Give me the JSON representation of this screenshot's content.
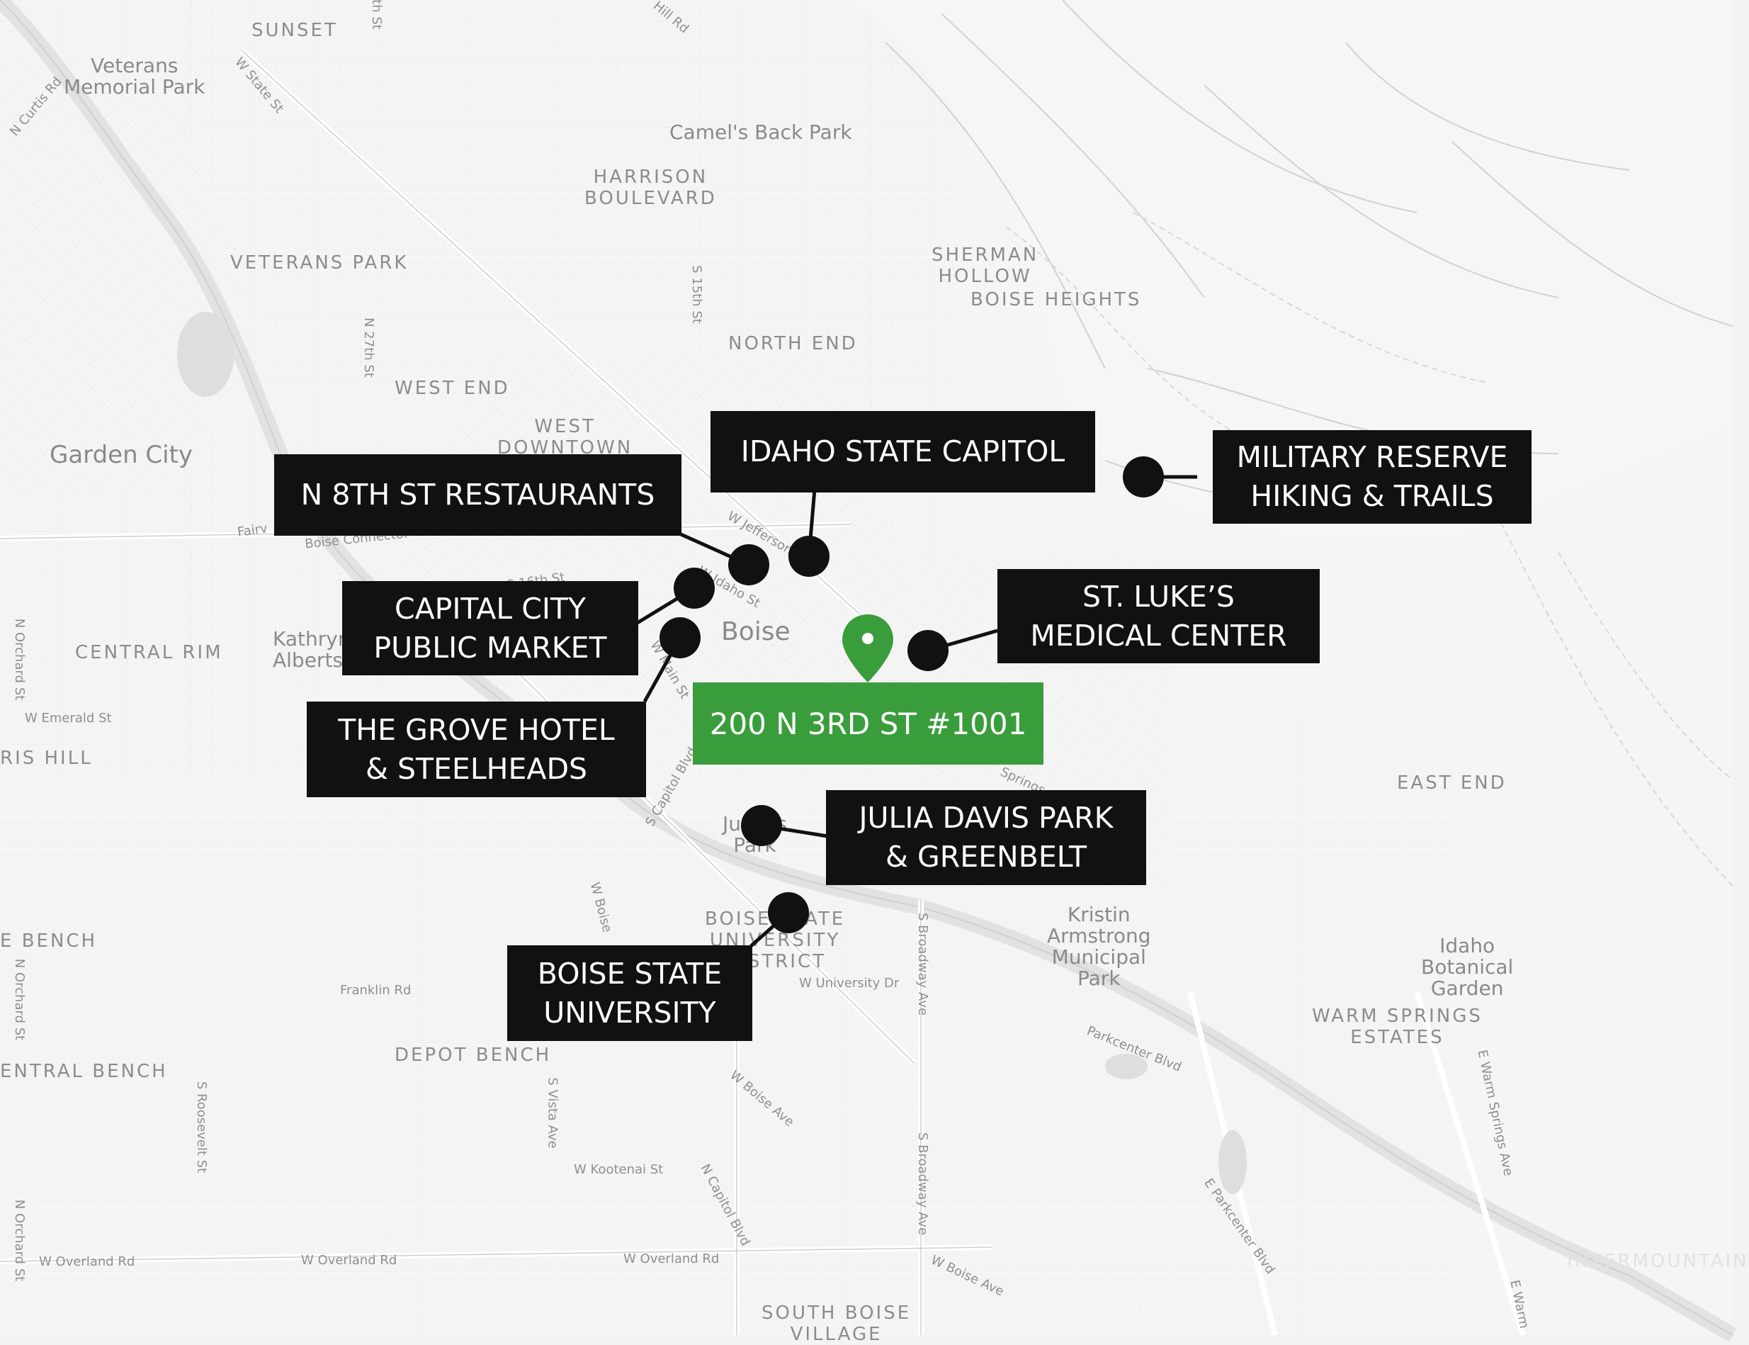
{
  "colors": {
    "background": "#f4f4f4",
    "road": "#ffffff",
    "callout": "#111111",
    "address": "#3a9d3c",
    "river": "#e6e6e6"
  },
  "address": {
    "label": "200 N 3RD ST #1001",
    "icon": "location-pin-icon"
  },
  "callouts": {
    "idaho_capitol": "IDAHO STATE CAPITOL",
    "military_reserve": "MILITARY RESERVE\nHIKING & TRAILS",
    "n8th": "N 8TH ST RESTAURANTS",
    "capital_market": "CAPITAL CITY\nPUBLIC MARKET",
    "st_lukes": "ST. LUKE’S\nMEDICAL CENTER",
    "grove_hotel": "THE GROVE HOTEL\n& STEELHEADS",
    "julia_davis": "JULIA DAVIS PARK\n& GREENBELT",
    "boise_state": "BOISE STATE\nUNIVERSITY"
  },
  "areas": {
    "sunset": "SUNSET",
    "harrison": "HARRISON\nBOULEVARD",
    "sherman": "SHERMAN\nHOLLOW",
    "boise_heights": "BOISE HEIGHTS",
    "veterans_park": "VETERANS PARK",
    "north_end": "NORTH END",
    "west_end": "WEST END",
    "west_downtown": "WEST\nDOWNTOWN",
    "central_rim": "CENTRAL RIM",
    "ris_hill": "RIS HILL",
    "east_end": "EAST END",
    "bsu_district": "BOISE STATE\nUNIVERSITY\nDISTRICT",
    "e_bench": "E BENCH",
    "depot_bench": "DEPOT BENCH",
    "central_bench": "ENTRAL BENCH",
    "warm_springs": "WARM SPRINGS\nESTATES",
    "south_boise": "SOUTH BOISE\nVILLAGE",
    "intermountain": "INTERMOUNTAIN"
  },
  "places": {
    "veterans_memorial": "Veterans\nMemorial Park",
    "camels_back": "Camel's Back Park",
    "garden_city": "Garden City",
    "boise": "Boise",
    "kathryn": "Kathryn\nAlbertson",
    "kristin": "Kristin\nArmstrong\nMunicipal\nPark",
    "botanical": "Idaho\nBotanical\nGarden",
    "julia_park_fragment": "Ju  avis\nPark"
  },
  "streets": {
    "w_state": "W State St",
    "hill_rd": "Hill Rd",
    "curtis": "N Curtis Rd",
    "s15th": "S 15th St",
    "n27th": "N 27th St",
    "n_orchard": "N Orchard St",
    "w_emerald": "W Emerald St",
    "fairview": "Fairv",
    "connector": "Boise Connector",
    "w_jefferson": "W Jefferson St",
    "w_idaho": "W Idaho St",
    "w_main": "W Main St",
    "capitol_blvd": "S Capitol Blvd",
    "springs": "Springs",
    "w_boise": "W Boise",
    "s_broadway": "S Broadway Ave",
    "w_university": "W University Dr",
    "franklin": "Franklin Rd",
    "parkcenter": "Parkcenter Blvd",
    "s_roosevelt": "S Roosevelt St",
    "s_vista": "S Vista Ave",
    "w_boise_ave": "W Boise Ave",
    "w_kootenai": "W Kootenai St",
    "n_capitol": "N Capitol Blvd",
    "e_parkcenter": "E Parkcenter Blvd",
    "e_warm_springs": "E Warm Springs Ave",
    "w_overland": "W Overland Rd",
    "e_warm": "E Warm",
    "th_st": "th St",
    "s16th": "S 16th St"
  }
}
